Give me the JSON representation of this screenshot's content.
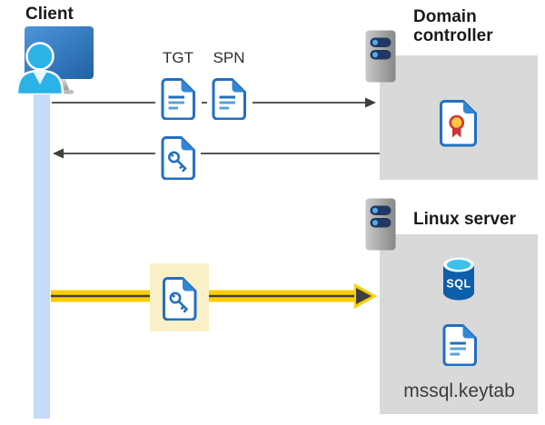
{
  "client": {
    "label": "Client"
  },
  "tickets": {
    "tgt_label": "TGT",
    "spn_label": "SPN"
  },
  "domain_controller": {
    "label": "Domain controller",
    "icons": [
      "server-icon",
      "certificate-icon"
    ]
  },
  "linux_server": {
    "label": "Linux server",
    "sql_label": "SQL",
    "keytab_label": "mssql.keytab",
    "icons": [
      "server-icon",
      "sql-database-icon",
      "document-icon"
    ]
  },
  "flows": [
    {
      "name": "ticket-request",
      "from": "client",
      "to": "domain-controller",
      "direction": "right",
      "items": [
        "TGT",
        "SPN"
      ]
    },
    {
      "name": "ticket-response",
      "from": "domain-controller",
      "to": "client",
      "direction": "left",
      "items": [
        "key-document"
      ]
    },
    {
      "name": "sql-connection",
      "from": "client",
      "to": "linux-server",
      "direction": "right",
      "highlighted": true,
      "items": [
        "key-document"
      ]
    }
  ],
  "colors": {
    "doc_blue": "#2270C0",
    "doc_fold_blue": "#3187D4",
    "doc_line_light": "#59A2DC",
    "lifeline_blue": "#C3DCF8",
    "gray_box": "#D9D9D9",
    "arrow_gray": "#3F3F3F",
    "arrow_yellow": "#FFCD00",
    "highlight_yellow": "#FAF0C8",
    "cert_red": "#D13438",
    "cert_gold": "#FFC83D",
    "sql_body": "#0D5EAB",
    "sql_top": "#3EC1E9",
    "server_pill": "#1F3864",
    "server_dot": "#53ACE9",
    "person_cyan": "#2BB3E7"
  }
}
